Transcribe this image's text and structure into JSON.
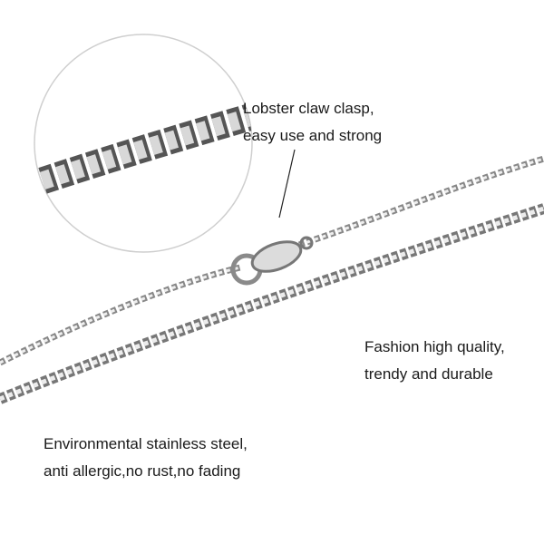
{
  "captions": {
    "clasp": {
      "line1": "Lobster claw clasp,",
      "line2": "easy use and strong"
    },
    "fashion": {
      "line1": "Fashion high quality,",
      "line2": "trendy and durable"
    },
    "material": {
      "line1": "Environmental stainless steel,",
      "line2": "anti allergic,no rust,no fading"
    }
  },
  "colors": {
    "steel": "#9a9a9a",
    "steel_dark": "#555555",
    "circle": "#cfcfcf"
  }
}
